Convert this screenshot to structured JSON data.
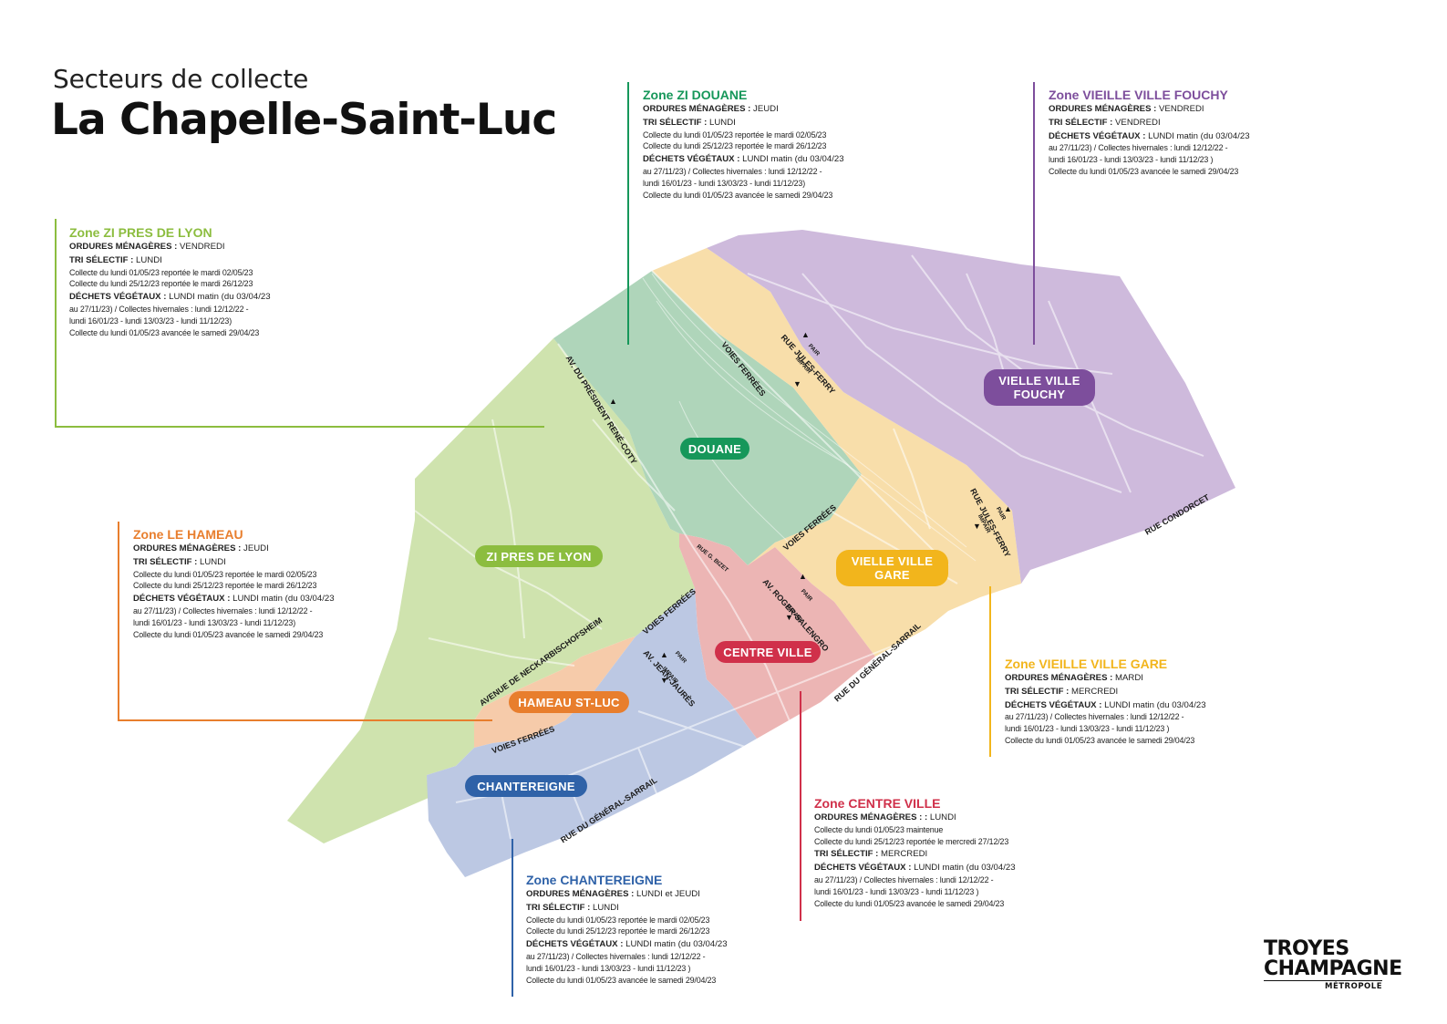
{
  "header": {
    "subtitle": "Secteurs de collecte",
    "title": "La Chapelle-Saint-Luc"
  },
  "colors": {
    "zi_pres_de_lyon": "#8cbd3f",
    "douane": "#16975a",
    "vieille_ville_fouchy": "#7d4e9c",
    "le_hameau": "#e87e2d",
    "vieille_ville_gare": "#f2b51c",
    "centre_ville": "#d0304a",
    "chantereigne": "#2f62a8"
  },
  "zones": {
    "zi_pres_de_lyon": {
      "prefix": "Zone",
      "name": "ZI PRES DE LYON",
      "om_label": "ORDURES MÉNAGÈRES :",
      "om_value": "VENDREDI",
      "tri_label": "TRI SÉLECTIF :",
      "tri_value": "LUNDI",
      "tri_notes": [
        "Collecte du lundi 01/05/23 reportée le mardi 02/05/23",
        "Collecte du lundi 25/12/23 reportée le mardi 26/12/23"
      ],
      "dv_label": "DÉCHETS VÉGÉTAUX :",
      "dv_value": "LUNDI matin (du 03/04/23",
      "dv_notes": [
        "au 27/11/23) / Collectes hivernales : lundi 12/12/22 -",
        "lundi 16/01/23 - lundi 13/03/23 - lundi 11/12/23)",
        "Collecte du lundi 01/05/23 avancée le samedi 29/04/23"
      ]
    },
    "douane": {
      "prefix": "Zone",
      "name": "ZI DOUANE",
      "om_label": "ORDURES MÉNAGÈRES :",
      "om_value": "JEUDI",
      "tri_label": "TRI SÉLECTIF :",
      "tri_value": "LUNDI",
      "tri_notes": [
        "Collecte du lundi 01/05/23 reportée le mardi 02/05/23",
        "Collecte du lundi 25/12/23 reportée le mardi 26/12/23"
      ],
      "dv_label": "DÉCHETS VÉGÉTAUX :",
      "dv_value": "LUNDI matin (du 03/04/23",
      "dv_notes": [
        "au 27/11/23) / Collectes hivernales : lundi 12/12/22 -",
        "lundi 16/01/23 - lundi 13/03/23 - lundi 11/12/23)",
        "Collecte du lundi 01/05/23 avancée le samedi 29/04/23"
      ]
    },
    "vieille_ville_fouchy": {
      "prefix": "Zone",
      "name": "VIEILLE VILLE FOUCHY",
      "om_label": "ORDURES MÉNAGÈRES :",
      "om_value": "VENDREDI",
      "tri_label": "TRI SÉLECTIF :",
      "tri_value": "VENDREDI",
      "dv_label": "DÉCHETS VÉGÉTAUX :",
      "dv_value": "LUNDI matin (du 03/04/23",
      "dv_notes": [
        "au 27/11/23) / Collectes hivernales : lundi 12/12/22 -",
        "lundi 16/01/23 - lundi 13/03/23 - lundi 11/12/23 )",
        "Collecte du lundi 01/05/23 avancée le samedi 29/04/23"
      ]
    },
    "le_hameau": {
      "prefix": "Zone",
      "name": "LE HAMEAU",
      "om_label": "ORDURES MÉNAGÈRES :",
      "om_value": "JEUDI",
      "tri_label": "TRI SÉLECTIF :",
      "tri_value": "LUNDI",
      "tri_notes": [
        "Collecte du lundi 01/05/23 reportée le mardi 02/05/23",
        "Collecte du lundi 25/12/23 reportée le mardi 26/12/23"
      ],
      "dv_label": "DÉCHETS VÉGÉTAUX :",
      "dv_value": "LUNDI matin (du 03/04/23",
      "dv_notes": [
        "au 27/11/23) / Collectes hivernales : lundi 12/12/22 -",
        "lundi 16/01/23 - lundi 13/03/23 - lundi 11/12/23)",
        "Collecte du lundi 01/05/23 avancée le samedi 29/04/23"
      ]
    },
    "vieille_ville_gare": {
      "prefix": "Zone",
      "name": "VIEILLE VILLE GARE",
      "om_label": "ORDURES MÉNAGÈRES :",
      "om_value": "MARDI",
      "tri_label": "TRI SÉLECTIF :",
      "tri_value": "MERCREDI",
      "dv_label": "DÉCHETS VÉGÉTAUX :",
      "dv_value": "LUNDI matin (du 03/04/23",
      "dv_notes": [
        "au 27/11/23) / Collectes hivernales : lundi 12/12/22 -",
        "lundi 16/01/23 - lundi 13/03/23 - lundi 11/12/23 )",
        "Collecte du lundi 01/05/23 avancée le samedi 29/04/23"
      ]
    },
    "centre_ville": {
      "prefix": "Zone",
      "name": "CENTRE VILLE",
      "om_label": "ORDURES MÉNAGÈRES : :",
      "om_value": "LUNDI",
      "om_notes": [
        "Collecte du lundi 01/05/23 maintenue",
        "Collecte du lundi 25/12/23 reportée le mercredi 27/12/23"
      ],
      "tri_label": "TRI SÉLECTIF :",
      "tri_value": "MERCREDI",
      "dv_label": "DÉCHETS VÉGÉTAUX :",
      "dv_value": "LUNDI matin (du 03/04/23",
      "dv_notes": [
        "au 27/11/23) / Collectes hivernales : lundi 12/12/22 -",
        "lundi 16/01/23 - lundi 13/03/23 - lundi 11/12/23 )",
        "Collecte du lundi 01/05/23 avancée le samedi 29/04/23"
      ]
    },
    "chantereigne": {
      "prefix": "Zone",
      "name": "CHANTEREIGNE",
      "om_label": "ORDURES MÉNAGÈRES :",
      "om_value": "LUNDI et JEUDI",
      "tri_label": "TRI SÉLECTIF :",
      "tri_value": "LUNDI",
      "tri_notes": [
        "Collecte du lundi 01/05/23 reportée le mardi 02/05/23",
        "Collecte du lundi 25/12/23 reportée le mardi 26/12/23"
      ],
      "dv_label": "DÉCHETS VÉGÉTAUX :",
      "dv_value": "LUNDI matin (du 03/04/23",
      "dv_notes": [
        "au 27/11/23) / Collectes hivernales : lundi 12/12/22 -",
        "lundi 16/01/23 - lundi 13/03/23 - lundi 11/12/23 )",
        "Collecte du lundi 01/05/23 avancée le samedi 29/04/23"
      ]
    }
  },
  "badges": {
    "douane": "DOUANE",
    "zi_pres_de_lyon": "ZI PRES DE LYON",
    "vieille_ville_fouchy": "VIELLE VILLE FOUCHY",
    "vieille_ville_gare": "VIELLE VILLE GARE",
    "centre_ville": "CENTRE VILLE",
    "hameau": "HAMEAU ST-LUC",
    "chantereigne": "CHANTEREIGNE"
  },
  "streets": {
    "president_coty": "AV. DU PRÉSIDENT RENÉ-COTY",
    "voies_ferrees_1": "VOIES FERRÉES",
    "jules_ferry_1": "RUE JULES-FERRY",
    "jules_ferry_2": "RUE JULES-FERRY",
    "voies_ferrees_2": "VOIES FERRÉES",
    "rue_condorcet": "RUE CONDORCET",
    "rue_bizet": "RUE G. BIZET",
    "roger_salengro": "AV. ROGER-SALENGRO",
    "voies_ferrees_3": "VOIES FERRÉES",
    "jean_jaures": "AV. JEAN-JAURÈS",
    "neckarbischofsheim": "AVENUE DE NECKARBISCHOFSHEIM",
    "voies_ferrees_4": "VOIES FERRÉES",
    "sarrail_1": "RUE DU GÉNÉRAL-SARRAIL",
    "sarrail_2": "RUE DU GÉNÉRAL-SARRAIL"
  },
  "parity": {
    "pair": "PAIR",
    "impair": "IMPAIR"
  },
  "logo": {
    "line1": "TROYES",
    "line2": "CHAMPAGNE",
    "line3": "MÉTROPOLE"
  }
}
